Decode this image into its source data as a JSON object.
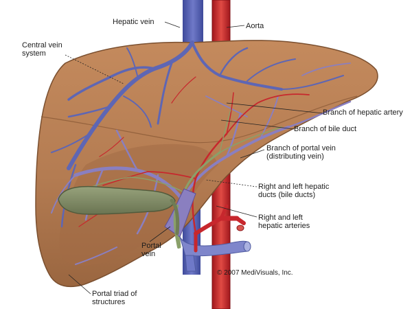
{
  "labels": {
    "hepatic_vein": "Hepatic vein",
    "aorta": "Aorta",
    "central_vein_line1": "Central vein",
    "central_vein_line2": "system",
    "branch_hepatic_artery": "Branch of hepatic artery",
    "branch_bile_duct": "Branch of bile duct",
    "branch_portal_vein_line1": "Branch of portal vein",
    "branch_portal_vein_line2": "(distributing vein)",
    "hepatic_ducts_line1": "Right and left hepatic",
    "hepatic_ducts_line2": "ducts (bile ducts)",
    "hepatic_arteries_line1": "Right and left",
    "hepatic_arteries_line2": "hepatic arteries",
    "portal_vein_line1": "Portal",
    "portal_vein_line2": "vein",
    "portal_triad_line1": "Portal triad of",
    "portal_triad_line2": "structures",
    "copyright": "© 2007 MediVisuals, Inc."
  },
  "colors": {
    "liver_fill": "#b47c52",
    "liver_edge": "#7a4f2f",
    "vein_blue": "#5e66b4",
    "artery_red": "#c7272d",
    "bile_green": "#8aa06a",
    "gallbladder": "#7f8a63",
    "portal_purple": "#8a7fc0"
  }
}
